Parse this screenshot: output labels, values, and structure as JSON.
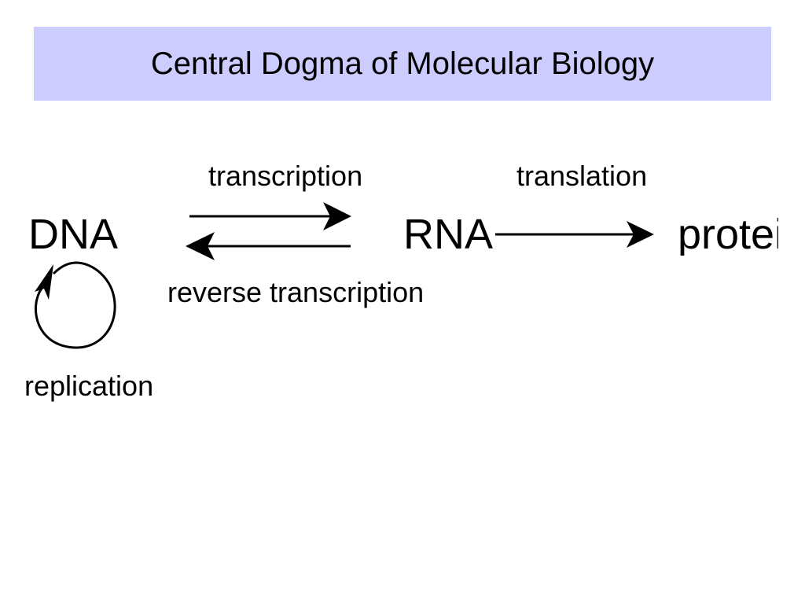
{
  "slide": {
    "title": "Central Dogma of Molecular Biology"
  },
  "diagram": {
    "nodes": {
      "dna": "DNA",
      "rna": "RNA",
      "protein": "protein"
    },
    "edges": {
      "transcription": "transcription",
      "reverse_transcription": "reverse transcription",
      "translation": "translation",
      "replication": "replication"
    }
  }
}
